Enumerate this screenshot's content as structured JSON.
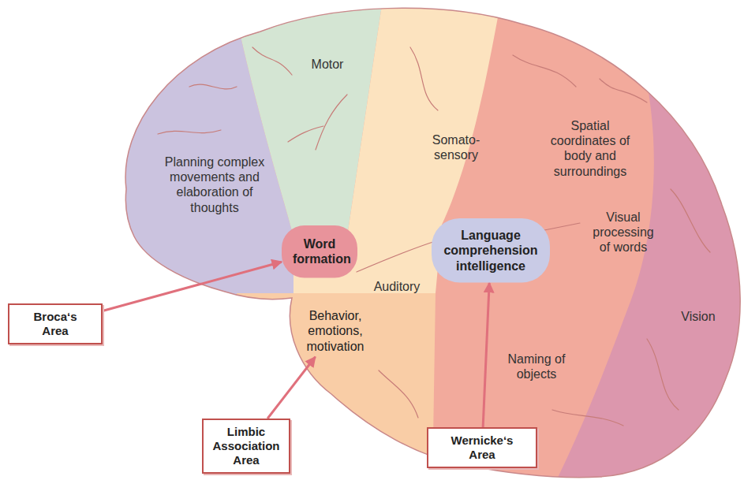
{
  "diagram": {
    "nodes": [
      {
        "text": [
          "Word formation"
        ]
      },
      {
        "text": [
          "Language comprehension intelligence"
        ]
      },
      {
        "text": [
          "Broca‘s Area"
        ]
      },
      {
        "text": [
          "Behavior, emotions, motivation"
        ]
      },
      {
        "text": [
          "Limbic Association Area"
        ]
      },
      {
        "text": [
          "Wernicke‘s Area"
        ]
      }
    ],
    "edges": [
      {
        "from": 2,
        "to": 0,
        "arrow": "to"
      },
      {
        "from": 4,
        "to": 3,
        "arrow": "to"
      },
      {
        "from": 5,
        "to": 1,
        "arrow": "to"
      }
    ],
    "labels": [
      "Motor",
      "Somato- sensory",
      "Planning complex movements and elaboration of thoughts",
      "Spatial coordinates of body and surroundings",
      "Visual processing of words",
      "Auditory",
      "Vision",
      "Naming of objects"
    ]
  }
}
